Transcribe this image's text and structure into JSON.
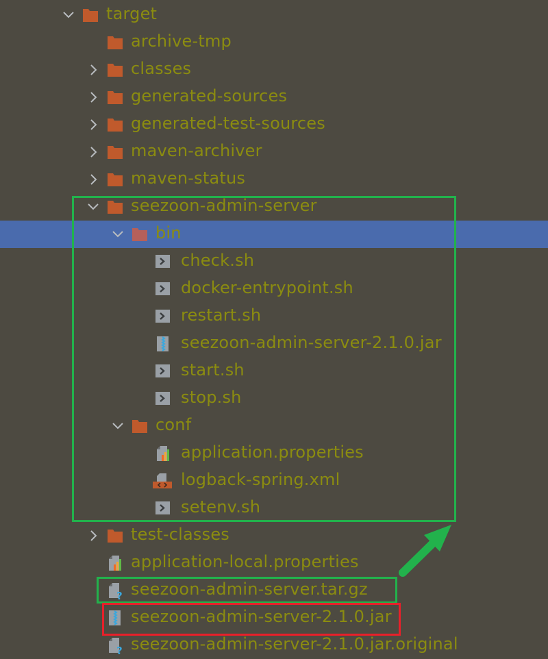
{
  "colors": {
    "background": "#4d4a41",
    "text": "#8b8c10",
    "selection": "#4a6bad",
    "folder": "#c05a2c",
    "highlight_green": "#22b24c",
    "highlight_red": "#e8202a"
  },
  "tree": [
    {
      "label": "target",
      "icon": "folder-icon",
      "depth": 0,
      "chevron": "expanded"
    },
    {
      "label": "archive-tmp",
      "icon": "folder-icon",
      "depth": 1,
      "chevron": "none"
    },
    {
      "label": "classes",
      "icon": "folder-icon",
      "depth": 1,
      "chevron": "collapsed"
    },
    {
      "label": "generated-sources",
      "icon": "folder-icon",
      "depth": 1,
      "chevron": "collapsed"
    },
    {
      "label": "generated-test-sources",
      "icon": "folder-icon",
      "depth": 1,
      "chevron": "collapsed"
    },
    {
      "label": "maven-archiver",
      "icon": "folder-icon",
      "depth": 1,
      "chevron": "collapsed"
    },
    {
      "label": "maven-status",
      "icon": "folder-icon",
      "depth": 1,
      "chevron": "collapsed"
    },
    {
      "label": "seezoon-admin-server",
      "icon": "folder-icon",
      "depth": 1,
      "chevron": "expanded"
    },
    {
      "label": "bin",
      "icon": "folder-icon",
      "depth": 2,
      "chevron": "expanded",
      "selected": true
    },
    {
      "label": "check.sh",
      "icon": "shell-script-icon",
      "depth": 3,
      "chevron": "none"
    },
    {
      "label": "docker-entrypoint.sh",
      "icon": "shell-script-icon",
      "depth": 3,
      "chevron": "none"
    },
    {
      "label": "restart.sh",
      "icon": "shell-script-icon",
      "depth": 3,
      "chevron": "none"
    },
    {
      "label": "seezoon-admin-server-2.1.0.jar",
      "icon": "jar-archive-icon",
      "depth": 3,
      "chevron": "none"
    },
    {
      "label": "start.sh",
      "icon": "shell-script-icon",
      "depth": 3,
      "chevron": "none"
    },
    {
      "label": "stop.sh",
      "icon": "shell-script-icon",
      "depth": 3,
      "chevron": "none"
    },
    {
      "label": "conf",
      "icon": "folder-icon",
      "depth": 2,
      "chevron": "expanded"
    },
    {
      "label": "application.properties",
      "icon": "properties-file-icon",
      "depth": 3,
      "chevron": "none"
    },
    {
      "label": "logback-spring.xml",
      "icon": "xml-file-icon",
      "depth": 3,
      "chevron": "none"
    },
    {
      "label": "setenv.sh",
      "icon": "shell-script-icon",
      "depth": 3,
      "chevron": "none"
    },
    {
      "label": "test-classes",
      "icon": "folder-icon",
      "depth": 1,
      "chevron": "collapsed"
    },
    {
      "label": "application-local.properties",
      "icon": "properties-file-icon",
      "depth": 1,
      "chevron": "none"
    },
    {
      "label": "seezoon-admin-server.tar.gz",
      "icon": "unknown-file-icon",
      "depth": 1,
      "chevron": "none"
    },
    {
      "label": "seezoon-admin-server-2.1.0.jar",
      "icon": "jar-archive-icon",
      "depth": 1,
      "chevron": "none"
    },
    {
      "label": "seezoon-admin-server-2.1.0.jar.original",
      "icon": "unknown-file-icon",
      "depth": 1,
      "chevron": "none"
    }
  ]
}
